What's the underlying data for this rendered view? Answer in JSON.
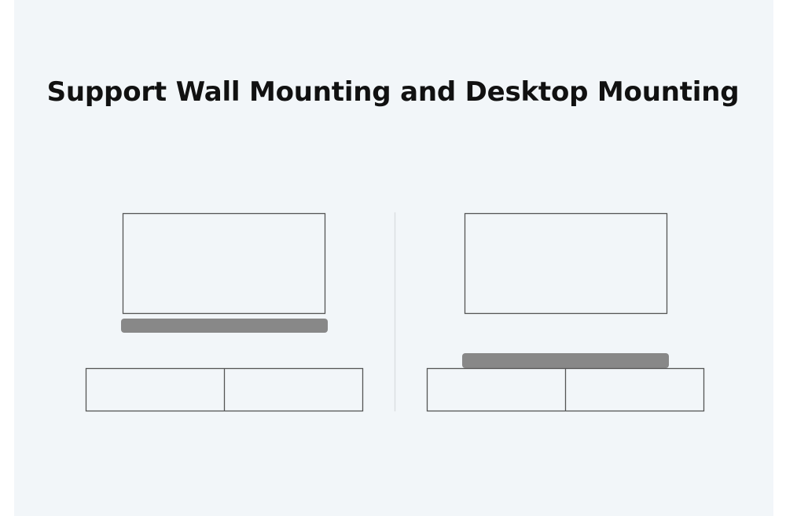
{
  "heading": {
    "title": "Support Wall Mounting and Desktop Mounting"
  },
  "colors": {
    "background": "#f2f6f9",
    "outline": "#555555",
    "soundbar": "#888888",
    "divider": "#dcdfe2",
    "title": "#111111"
  },
  "illustrations": [
    {
      "id": "wall-mount",
      "soundbar_position": "below-tv-on-wall"
    },
    {
      "id": "desktop-mount",
      "soundbar_position": "on-cabinet"
    }
  ]
}
